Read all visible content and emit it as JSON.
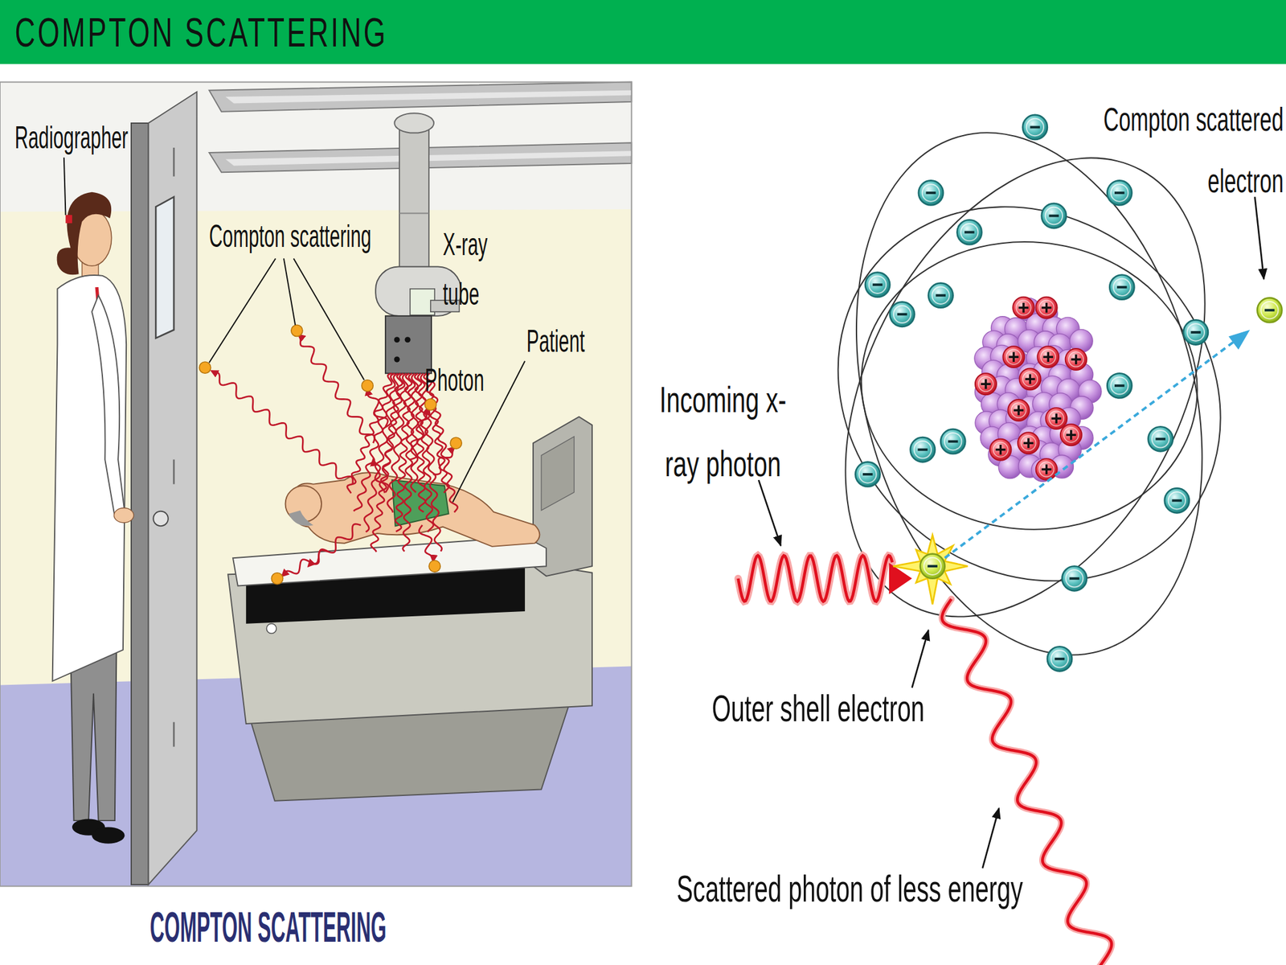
{
  "diagram": {
    "title": "COMPTON SCATTERING",
    "caption": "COMPTON SCATTERING",
    "labels": [
      "Radiographer",
      "Compton scattering",
      "X-ray tube",
      "Photon",
      "Patient",
      "Incoming x-ray photon",
      "Outer shell electron",
      "Scattered photon of less energy",
      "Compton scattered electron"
    ]
  }
}
